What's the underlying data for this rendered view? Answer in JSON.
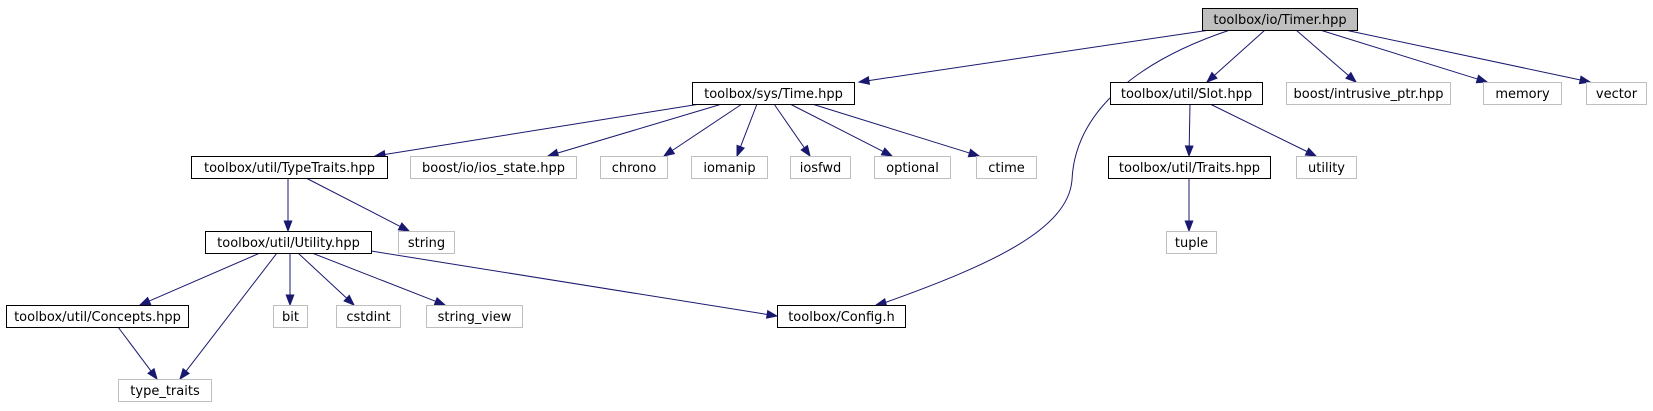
{
  "graph": {
    "nodes": [
      {
        "id": "timer",
        "label": "toolbox/io/Timer.hpp",
        "kind": "root"
      },
      {
        "id": "time",
        "label": "toolbox/sys/Time.hpp",
        "kind": "local"
      },
      {
        "id": "slot",
        "label": "toolbox/util/Slot.hpp",
        "kind": "local"
      },
      {
        "id": "intrusive",
        "label": "boost/intrusive_ptr.hpp",
        "kind": "external"
      },
      {
        "id": "memory",
        "label": "memory",
        "kind": "external"
      },
      {
        "id": "vector",
        "label": "vector",
        "kind": "external"
      },
      {
        "id": "typetraits",
        "label": "toolbox/util/TypeTraits.hpp",
        "kind": "local"
      },
      {
        "id": "iosstate",
        "label": "boost/io/ios_state.hpp",
        "kind": "external"
      },
      {
        "id": "chrono",
        "label": "chrono",
        "kind": "external"
      },
      {
        "id": "iomanip",
        "label": "iomanip",
        "kind": "external"
      },
      {
        "id": "iosfwd",
        "label": "iosfwd",
        "kind": "external"
      },
      {
        "id": "optional",
        "label": "optional",
        "kind": "external"
      },
      {
        "id": "ctime",
        "label": "ctime",
        "kind": "external"
      },
      {
        "id": "traits",
        "label": "toolbox/util/Traits.hpp",
        "kind": "local"
      },
      {
        "id": "utility",
        "label": "utility",
        "kind": "external"
      },
      {
        "id": "utilityhpp",
        "label": "toolbox/util/Utility.hpp",
        "kind": "local"
      },
      {
        "id": "string",
        "label": "string",
        "kind": "external"
      },
      {
        "id": "tuple",
        "label": "tuple",
        "kind": "external"
      },
      {
        "id": "concepts",
        "label": "toolbox/util/Concepts.hpp",
        "kind": "local"
      },
      {
        "id": "bit",
        "label": "bit",
        "kind": "external"
      },
      {
        "id": "cstdint",
        "label": "cstdint",
        "kind": "external"
      },
      {
        "id": "stringview",
        "label": "string_view",
        "kind": "external"
      },
      {
        "id": "config",
        "label": "toolbox/Config.h",
        "kind": "local"
      },
      {
        "id": "type_traits",
        "label": "type_traits",
        "kind": "external"
      }
    ],
    "edges": [
      {
        "from": "timer",
        "to": "time"
      },
      {
        "from": "timer",
        "to": "config"
      },
      {
        "from": "timer",
        "to": "slot"
      },
      {
        "from": "timer",
        "to": "intrusive"
      },
      {
        "from": "timer",
        "to": "memory"
      },
      {
        "from": "timer",
        "to": "vector"
      },
      {
        "from": "time",
        "to": "typetraits"
      },
      {
        "from": "time",
        "to": "iosstate"
      },
      {
        "from": "time",
        "to": "chrono"
      },
      {
        "from": "time",
        "to": "iomanip"
      },
      {
        "from": "time",
        "to": "iosfwd"
      },
      {
        "from": "time",
        "to": "optional"
      },
      {
        "from": "time",
        "to": "ctime"
      },
      {
        "from": "slot",
        "to": "traits"
      },
      {
        "from": "slot",
        "to": "utility"
      },
      {
        "from": "traits",
        "to": "tuple"
      },
      {
        "from": "typetraits",
        "to": "utilityhpp"
      },
      {
        "from": "typetraits",
        "to": "string"
      },
      {
        "from": "utilityhpp",
        "to": "concepts"
      },
      {
        "from": "utilityhpp",
        "to": "type_traits"
      },
      {
        "from": "utilityhpp",
        "to": "bit"
      },
      {
        "from": "utilityhpp",
        "to": "cstdint"
      },
      {
        "from": "utilityhpp",
        "to": "stringview"
      },
      {
        "from": "utilityhpp",
        "to": "config"
      },
      {
        "from": "concepts",
        "to": "type_traits"
      }
    ]
  },
  "colors": {
    "edge": "#191970",
    "root_fill": "#bfbfbf",
    "external_border": "#bfbfbf",
    "local_border": "#000000"
  }
}
